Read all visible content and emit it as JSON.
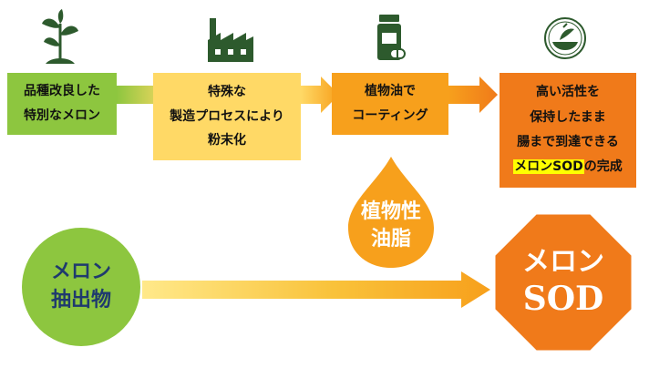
{
  "steps": [
    {
      "lines": [
        "品種改良した",
        "特別なメロン"
      ]
    },
    {
      "lines": [
        "特殊な",
        "製造プロセスにより",
        "粉末化"
      ]
    },
    {
      "lines": [
        "植物油で",
        "コーティング"
      ]
    },
    {
      "lines": [
        "高い活性を",
        "保持したまま",
        "腸まで到達できる"
      ],
      "highlight": "メロンSOD",
      "suffix": "の完成"
    }
  ],
  "icons": [
    "plant-icon",
    "factory-icon",
    "supplement-bottle-icon",
    "melon-icon"
  ],
  "drop": {
    "lines": [
      "植物性",
      "油脂"
    ]
  },
  "extract_circle": {
    "lines": [
      "メロン",
      "抽出物"
    ]
  },
  "result_octagon": {
    "lines": [
      "メロン",
      "SOD"
    ]
  },
  "colors": {
    "green": "#8dc63f",
    "light_yellow": "#ffd966",
    "orange": "#f7a01c",
    "dark_orange": "#f07a1a",
    "navy": "#1f3a6e",
    "icon_green": "#2d5a2d"
  }
}
